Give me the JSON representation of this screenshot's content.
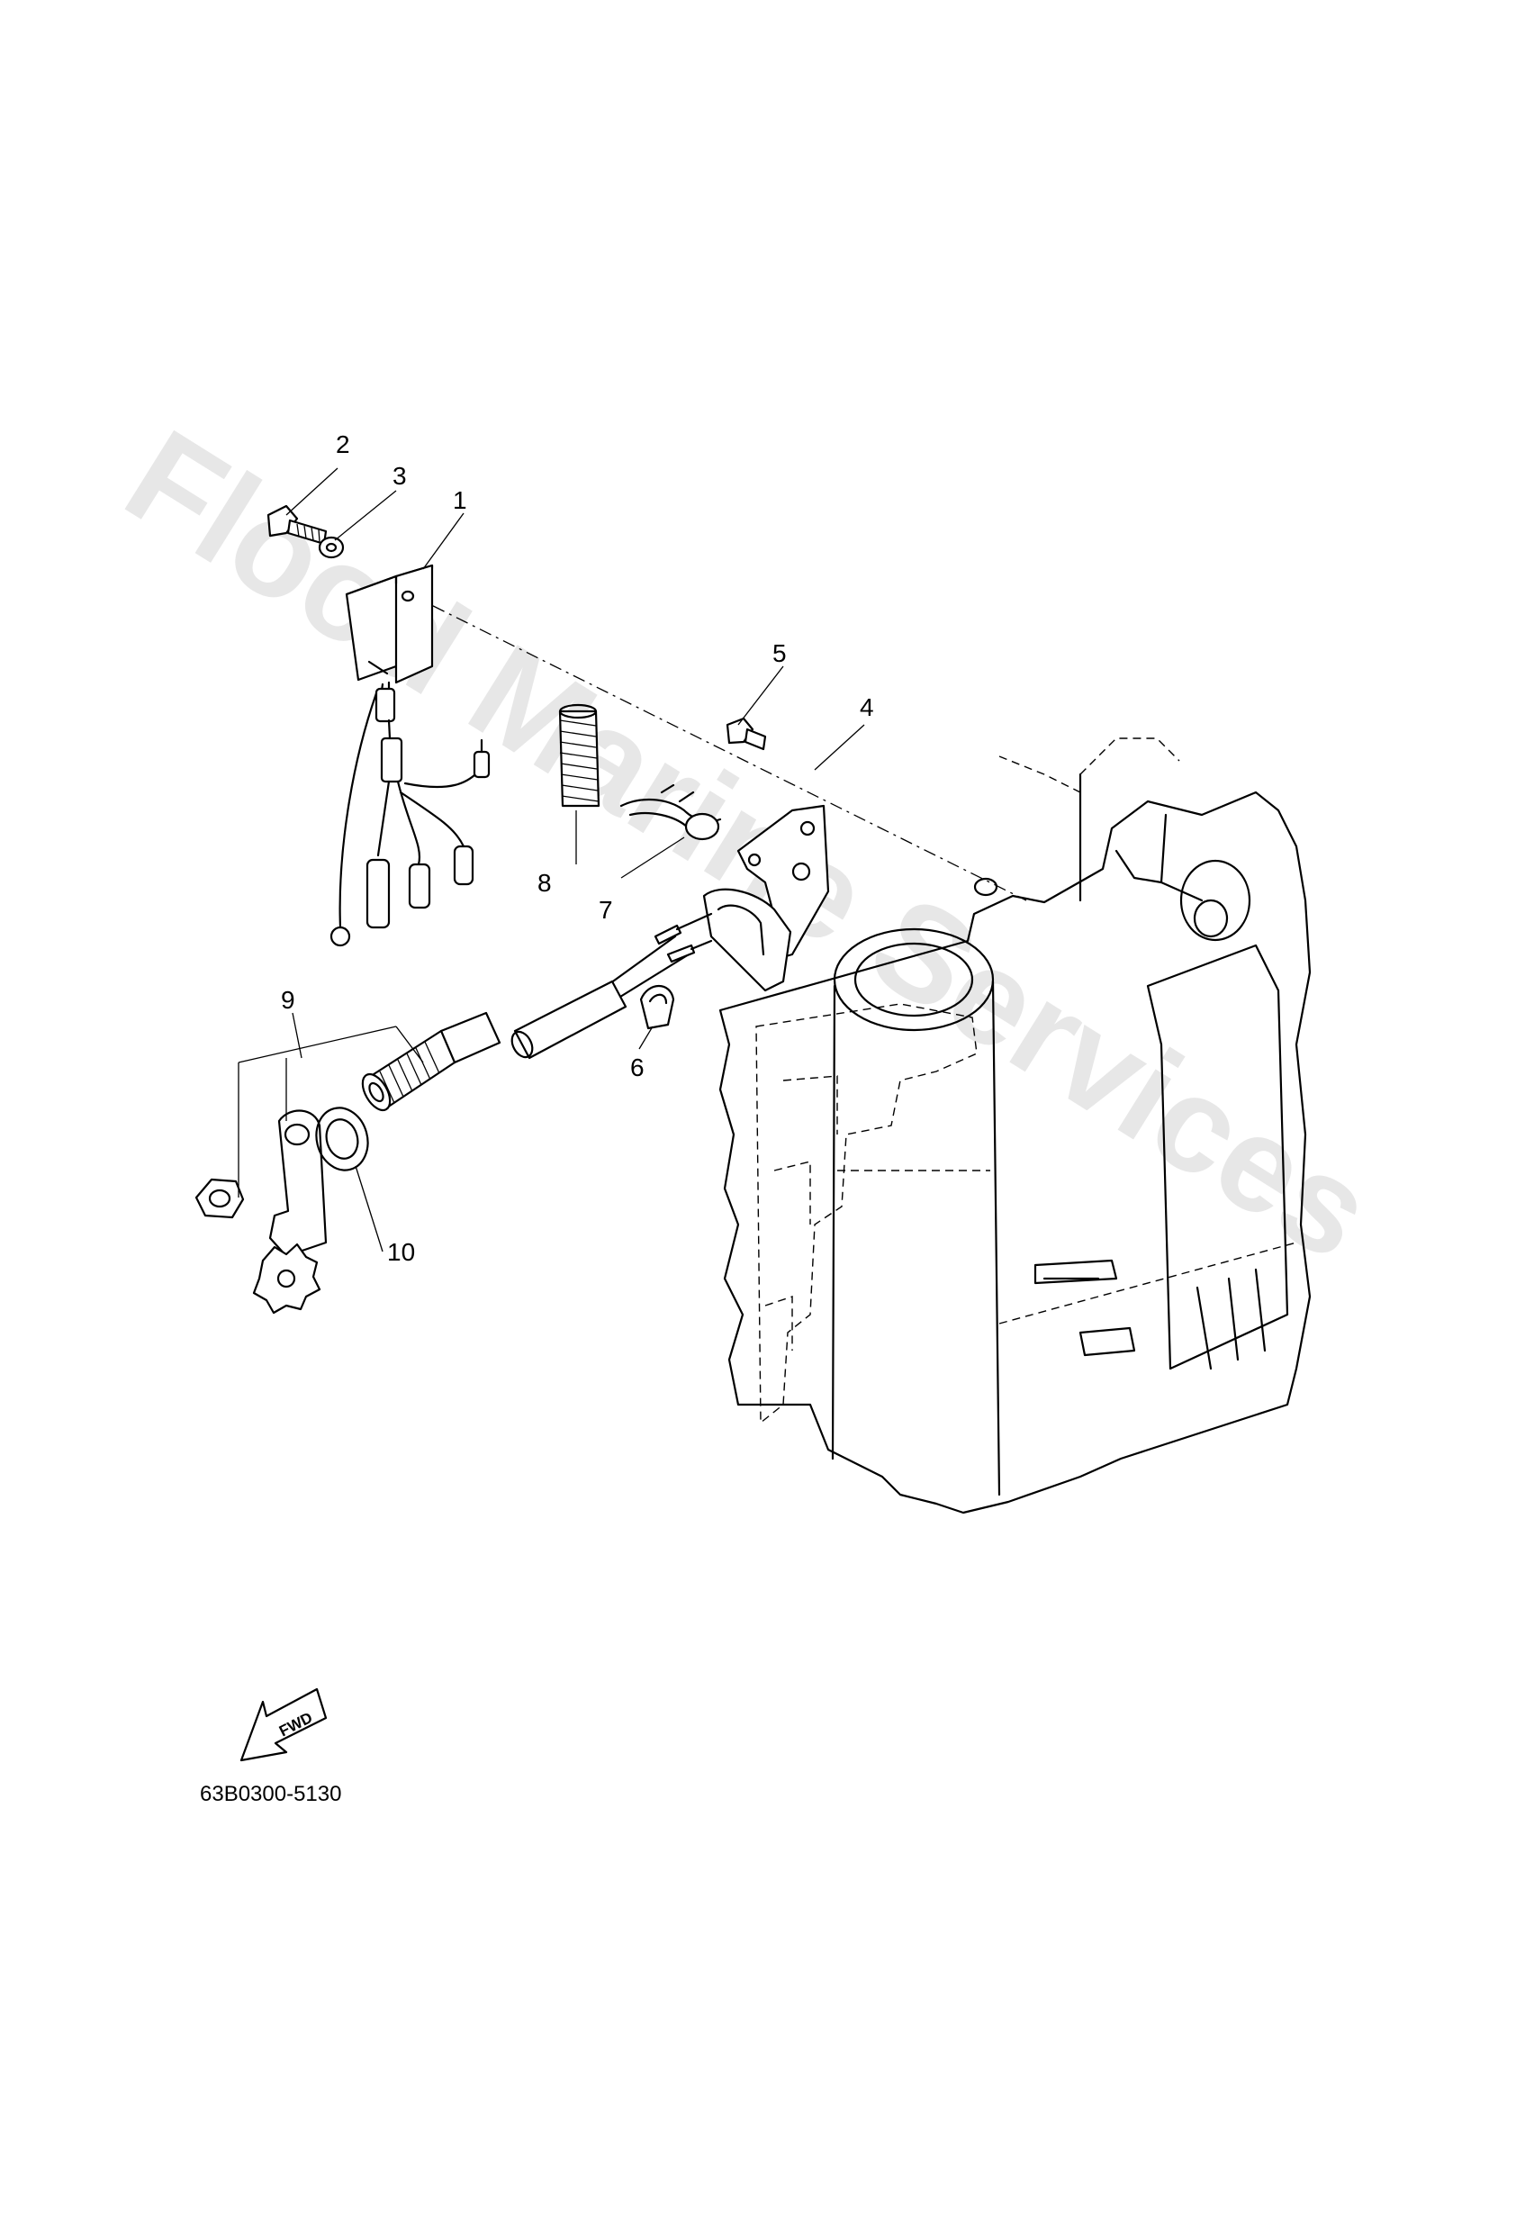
{
  "callouts": [
    "1",
    "2",
    "3",
    "4",
    "5",
    "6",
    "7",
    "8",
    "9",
    "10"
  ],
  "part_code": "63B0300-5130",
  "fwd_label": "FWD",
  "watermark": "Flood Marine Services"
}
